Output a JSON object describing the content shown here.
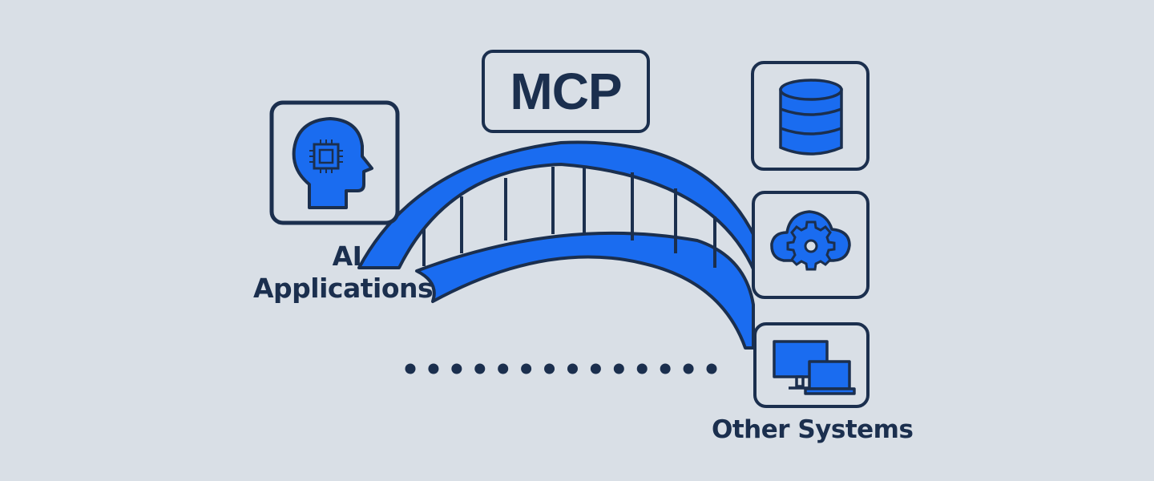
{
  "diagram": {
    "title": "MCP",
    "left_node": {
      "label_line1": "AI",
      "label_line2": "Applications",
      "icon": "ai-head-chip-icon"
    },
    "right_nodes": [
      {
        "icon": "database-icon",
        "name": "Database"
      },
      {
        "icon": "cloud-gear-icon",
        "name": "Cloud services"
      },
      {
        "icon": "devices-icon",
        "name": "Devices"
      }
    ],
    "right_group_label": "Other Systems",
    "connector": "bridge",
    "dotted_link_dots": 14
  },
  "colors": {
    "background": "#d9dfe6",
    "accent_blue": "#1a6cf0",
    "outline_navy": "#1b2f4e"
  }
}
